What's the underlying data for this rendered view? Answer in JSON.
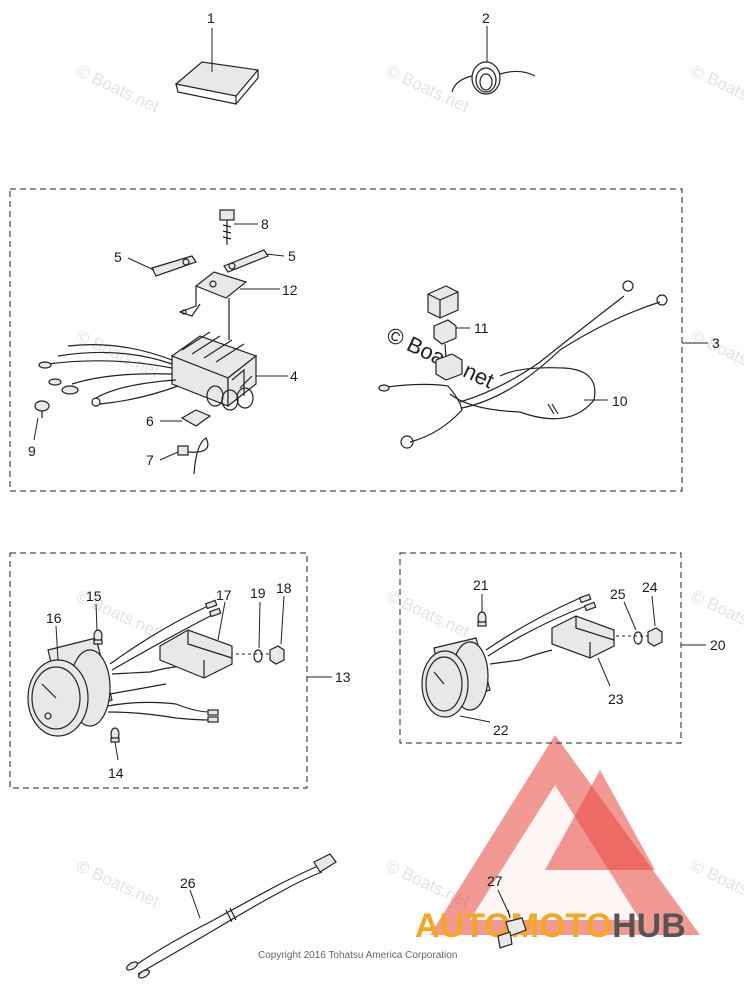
{
  "callouts": [
    "1",
    "2",
    "3",
    "4",
    "5",
    "5",
    "6",
    "7",
    "8",
    "9",
    "10",
    "11",
    "12",
    "13",
    "14",
    "15",
    "16",
    "17",
    "18",
    "19",
    "20",
    "21",
    "22",
    "23",
    "24",
    "25",
    "26",
    "27"
  ],
  "watermark_text": "© Boats.net",
  "copyright": "Copyright 2016 Tohatsu America Corporation",
  "logo": {
    "part1": "AUTO",
    "part2": "MOTO",
    "part3": "HUB"
  },
  "colors": {
    "line": "#222222",
    "logo_triangle": "#e8453c",
    "logo_orange": "#f5a623",
    "logo_gray": "#555555"
  }
}
